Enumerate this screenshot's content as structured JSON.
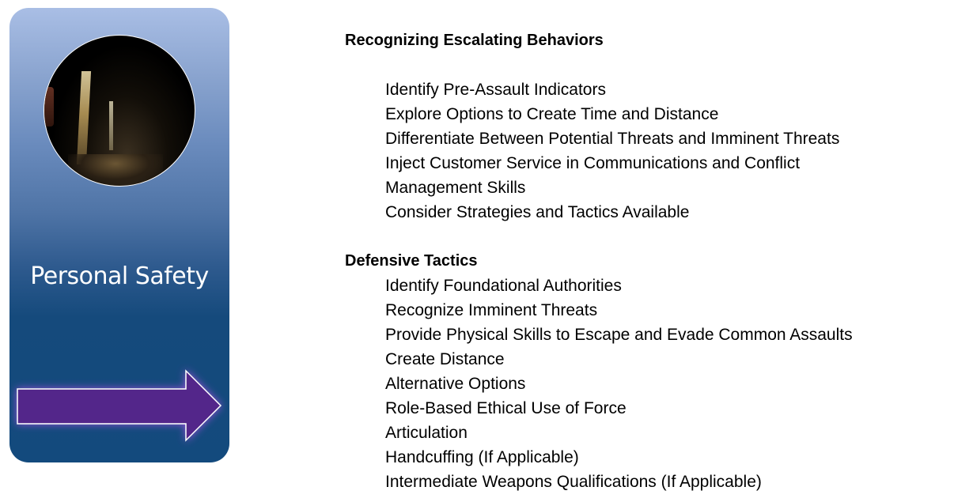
{
  "side_panel": {
    "title": "Personal Safety",
    "photo": "dark-alley-lights-image",
    "arrow_icon": "right-arrow-icon",
    "colors": {
      "gradient_top": "#a9bee5",
      "gradient_bottom": "#134a7d",
      "arrow_fill": "#53288a",
      "arrow_glow": "#8a3fc0",
      "arrow_outline": "#ffffff"
    }
  },
  "sections": [
    {
      "heading": "Recognizing Escalating Behaviors",
      "items": [
        "Identify Pre-Assault Indicators",
        "Explore Options to Create Time and Distance",
        "Differentiate Between Potential Threats and Imminent Threats",
        "Inject Customer Service in Communications and Conflict",
        "Management Skills",
        "Consider Strategies and Tactics Available"
      ]
    },
    {
      "heading": "Defensive Tactics",
      "items": [
        "Identify Foundational Authorities",
        "Recognize Imminent Threats",
        "Provide Physical Skills to Escape and Evade Common Assaults",
        "Create Distance",
        "Alternative Options",
        "Role-Based Ethical Use of Force",
        "Articulation",
        "Handcuffing (If Applicable)",
        "Intermediate Weapons Qualifications (If Applicable)"
      ]
    }
  ]
}
